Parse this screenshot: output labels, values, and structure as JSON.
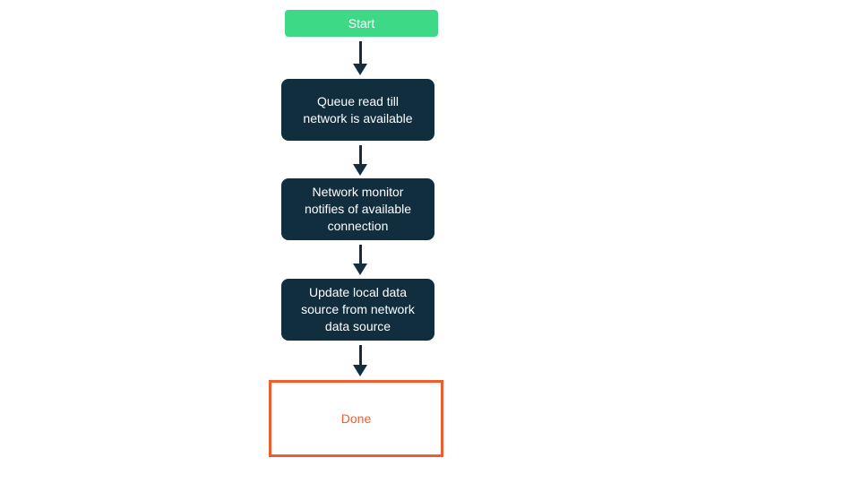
{
  "diagram": {
    "type": "flowchart",
    "direction": "top-down",
    "nodes": [
      {
        "id": "start",
        "type": "start",
        "label": "Start"
      },
      {
        "id": "queue",
        "type": "process",
        "label": "Queue read till network is available"
      },
      {
        "id": "monitor",
        "type": "process",
        "label": "Network monitor notifies of available connection"
      },
      {
        "id": "update",
        "type": "process",
        "label": "Update local data source from network data source"
      },
      {
        "id": "done",
        "type": "end",
        "label": "Done"
      }
    ],
    "edges": [
      {
        "from": "start",
        "to": "queue"
      },
      {
        "from": "queue",
        "to": "monitor"
      },
      {
        "from": "monitor",
        "to": "update"
      },
      {
        "from": "update",
        "to": "done"
      }
    ]
  },
  "colors": {
    "canvas_bg": "#ffffff",
    "start_bg": "#3ed987",
    "start_text": "#ffffff",
    "process_bg": "#102e3d",
    "process_text": "#ffffff",
    "arrow": "#132f3f",
    "done_border": "#f05c2e",
    "done_text": "#f05c2e",
    "done_bg": "#ffffff"
  }
}
